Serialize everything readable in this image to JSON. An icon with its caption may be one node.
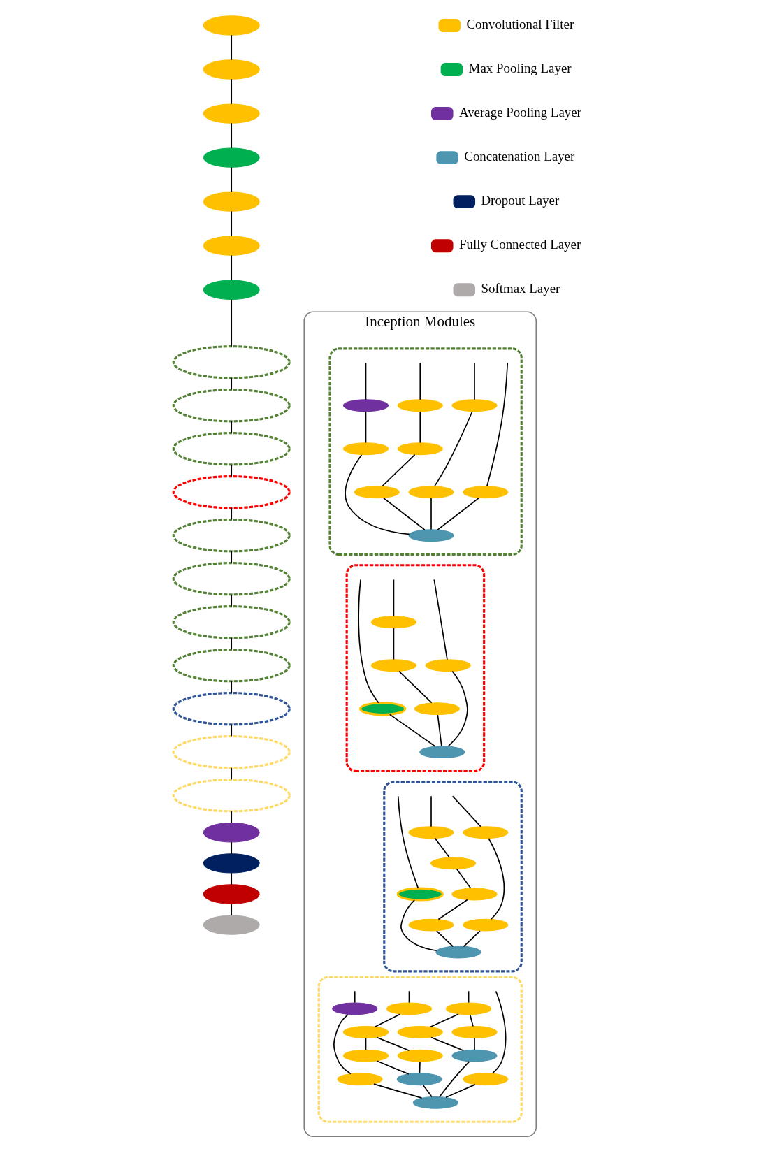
{
  "diagram": {
    "nodes": [
      {
        "text": [],
        "shape": "ellipse"
      },
      {
        "text": [],
        "shape": "ellipse"
      },
      {
        "text": [],
        "shape": "ellipse"
      },
      {
        "text": [],
        "shape": "ellipse"
      },
      {
        "text": [],
        "shape": "ellipse"
      },
      {
        "text": [],
        "shape": "ellipse"
      },
      {
        "text": [],
        "shape": "ellipse"
      },
      {
        "text": [],
        "shape": "ellipse"
      },
      {
        "text": [],
        "shape": "ellipse"
      },
      {
        "text": [],
        "shape": "ellipse"
      },
      {
        "text": [],
        "shape": "ellipse"
      },
      {
        "text": [],
        "shape": "ellipse"
      },
      {
        "text": [],
        "shape": "ellipse"
      },
      {
        "text": [],
        "shape": "ellipse"
      },
      {
        "text": [],
        "shape": "ellipse"
      },
      {
        "text": [],
        "shape": "ellipse"
      },
      {
        "text": [],
        "shape": "ellipse"
      },
      {
        "text": [],
        "shape": "ellipse"
      },
      {
        "text": [],
        "shape": "ellipse"
      },
      {
        "text": [],
        "shape": "ellipse"
      },
      {
        "text": [],
        "shape": "ellipse"
      },
      {
        "text": [],
        "shape": "ellipse"
      },
      {
        "text": [
          "Inception Modules"
        ]
      },
      {
        "text": [],
        "shape": "ellipse",
        "in": 22
      },
      {
        "text": [],
        "shape": "ellipse",
        "in": 23
      },
      {
        "text": [],
        "shape": "ellipse",
        "in": 23
      },
      {
        "text": [],
        "shape": "ellipse",
        "in": 23
      },
      {
        "text": [],
        "shape": "ellipse",
        "in": 23
      },
      {
        "text": [],
        "shape": "ellipse",
        "in": 23
      },
      {
        "text": [],
        "shape": "ellipse",
        "in": 23
      },
      {
        "text": [],
        "shape": "ellipse",
        "in": 23
      },
      {
        "text": [],
        "shape": "ellipse",
        "in": 23
      },
      {
        "text": [],
        "shape": "ellipse",
        "in": 23
      },
      {
        "text": [],
        "shape": "ellipse",
        "in": 22
      },
      {
        "text": [],
        "shape": "ellipse",
        "in": 33
      },
      {
        "text": [],
        "shape": "ellipse",
        "in": 33
      },
      {
        "text": [],
        "shape": "ellipse",
        "in": 33
      },
      {
        "text": [],
        "shape": "ellipse",
        "in": 33
      },
      {
        "text": [],
        "shape": "ellipse",
        "in": 33
      },
      {
        "text": [],
        "shape": "ellipse",
        "in": 33
      },
      {
        "text": [],
        "shape": "ellipse",
        "in": 22
      },
      {
        "text": [],
        "shape": "ellipse",
        "in": 40
      },
      {
        "text": [],
        "shape": "ellipse",
        "in": 40
      },
      {
        "text": [],
        "shape": "ellipse",
        "in": 40
      },
      {
        "text": [],
        "shape": "ellipse",
        "in": 40
      },
      {
        "text": [],
        "shape": "ellipse",
        "in": 40
      },
      {
        "text": [],
        "shape": "ellipse",
        "in": 40
      },
      {
        "text": [],
        "shape": "ellipse",
        "in": 40
      },
      {
        "text": [],
        "shape": "ellipse",
        "in": 40
      },
      {
        "text": [],
        "shape": "ellipse",
        "in": 22
      },
      {
        "text": [],
        "shape": "ellipse",
        "in": 49
      },
      {
        "text": [],
        "shape": "ellipse",
        "in": 49
      },
      {
        "text": [],
        "shape": "ellipse",
        "in": 49
      },
      {
        "text": [],
        "shape": "ellipse",
        "in": 49
      },
      {
        "text": [],
        "shape": "ellipse",
        "in": 49
      },
      {
        "text": [],
        "shape": "ellipse",
        "in": 49
      },
      {
        "text": [],
        "shape": "ellipse",
        "in": 49
      },
      {
        "text": [],
        "shape": "ellipse",
        "in": 49
      },
      {
        "text": [],
        "shape": "ellipse",
        "in": 49
      },
      {
        "text": [],
        "shape": "ellipse",
        "in": 49
      },
      {
        "text": [],
        "shape": "ellipse",
        "in": 49
      },
      {
        "text": [],
        "shape": "ellipse",
        "in": 49
      },
      {
        "text": [],
        "shape": "ellipse",
        "in": 49
      }
    ],
    "edges": [
      {
        "from": 0,
        "to": 1,
        "arrow": "none"
      },
      {
        "from": 1,
        "to": 2,
        "arrow": "none"
      },
      {
        "from": 2,
        "to": 3,
        "arrow": "none"
      },
      {
        "from": 3,
        "to": 4,
        "arrow": "none"
      },
      {
        "from": 4,
        "to": 5,
        "arrow": "none"
      },
      {
        "from": 5,
        "to": 6,
        "arrow": "none"
      },
      {
        "from": 6,
        "to": 7,
        "arrow": "none"
      },
      {
        "from": 7,
        "to": 8,
        "arrow": "none"
      },
      {
        "from": 8,
        "to": 9,
        "arrow": "none"
      },
      {
        "from": 9,
        "to": 10,
        "arrow": "none"
      },
      {
        "from": 10,
        "to": 11,
        "arrow": "none"
      },
      {
        "from": 11,
        "to": 12,
        "arrow": "none"
      },
      {
        "from": 12,
        "to": 13,
        "arrow": "none"
      },
      {
        "from": 13,
        "to": 14,
        "arrow": "none"
      },
      {
        "from": 14,
        "to": 15,
        "arrow": "none"
      },
      {
        "from": 15,
        "to": 16,
        "arrow": "none"
      },
      {
        "from": 16,
        "to": 17,
        "arrow": "none"
      },
      {
        "from": 17,
        "to": 18,
        "arrow": "none"
      },
      {
        "from": 18,
        "to": 19,
        "arrow": "none"
      },
      {
        "from": 19,
        "to": 20,
        "arrow": "none"
      },
      {
        "from": 20,
        "to": 21,
        "arrow": "none"
      },
      {
        "from": null,
        "to": 24,
        "arrow": "none"
      },
      {
        "from": 24,
        "to": 32,
        "arrow": "none"
      },
      {
        "from": null,
        "to": 25,
        "arrow": "none"
      },
      {
        "from": 25,
        "to": 26,
        "arrow": "none"
      },
      {
        "from": 26,
        "to": 32,
        "arrow": "none"
      },
      {
        "from": null,
        "to": 27,
        "arrow": "none"
      },
      {
        "from": 27,
        "to": 28,
        "arrow": "none"
      },
      {
        "from": 28,
        "to": 29,
        "arrow": "none"
      },
      {
        "from": 29,
        "to": 32,
        "arrow": "none"
      },
      {
        "from": null,
        "to": 30,
        "arrow": "none"
      },
      {
        "from": 30,
        "to": 31,
        "arrow": "none"
      },
      {
        "from": 31,
        "to": 32,
        "arrow": "none"
      },
      {
        "from": null,
        "to": 34,
        "arrow": "none"
      },
      {
        "from": 34,
        "to": 39,
        "arrow": "none"
      },
      {
        "from": null,
        "to": 35,
        "arrow": "none"
      },
      {
        "from": 35,
        "to": 36,
        "arrow": "none"
      },
      {
        "from": 36,
        "to": 37,
        "arrow": "none"
      },
      {
        "from": 37,
        "to": 39,
        "arrow": "none"
      },
      {
        "from": null,
        "to": 38,
        "arrow": "none"
      },
      {
        "from": 38,
        "to": 39,
        "arrow": "none"
      },
      {
        "from": null,
        "to": 41,
        "arrow": "none"
      },
      {
        "from": 41,
        "to": 42,
        "arrow": "none"
      },
      {
        "from": 42,
        "to": 48,
        "arrow": "none"
      },
      {
        "from": null,
        "to": 43,
        "arrow": "none"
      },
      {
        "from": 43,
        "to": 44,
        "arrow": "none"
      },
      {
        "from": 44,
        "to": 45,
        "arrow": "none"
      },
      {
        "from": 45,
        "to": 46,
        "arrow": "none"
      },
      {
        "from": 46,
        "to": 48,
        "arrow": "none"
      },
      {
        "from": null,
        "to": 47,
        "arrow": "none"
      },
      {
        "from": 47,
        "to": 48,
        "arrow": "none"
      },
      {
        "from": null,
        "to": 50,
        "arrow": "none"
      },
      {
        "from": 50,
        "to": 62,
        "arrow": "none"
      },
      {
        "from": null,
        "to": 51,
        "arrow": "none"
      },
      {
        "from": 51,
        "to": 52,
        "arrow": "none"
      },
      {
        "from": 51,
        "to": 53,
        "arrow": "none"
      },
      {
        "from": 52,
        "to": 54,
        "arrow": "none"
      },
      {
        "from": 53,
        "to": 54,
        "arrow": "none"
      },
      {
        "from": 54,
        "to": 62,
        "arrow": "none"
      },
      {
        "from": null,
        "to": 55,
        "arrow": "none"
      },
      {
        "from": 55,
        "to": 56,
        "arrow": "none"
      },
      {
        "from": 56,
        "to": 57,
        "arrow": "none"
      },
      {
        "from": 56,
        "to": 58,
        "arrow": "none"
      },
      {
        "from": 57,
        "to": 59,
        "arrow": "none"
      },
      {
        "from": 58,
        "to": 59,
        "arrow": "none"
      },
      {
        "from": 59,
        "to": 62,
        "arrow": "none"
      },
      {
        "from": null,
        "to": 60,
        "arrow": "none"
      },
      {
        "from": 60,
        "to": 61,
        "arrow": "none"
      },
      {
        "from": 61,
        "to": 62,
        "arrow": "none"
      }
    ],
    "legend": [
      {
        "text": "Convolutional Filter",
        "color": "#ffc000"
      },
      {
        "text": "Max Pooling Layer",
        "color": "#00b050"
      },
      {
        "text": "Average Pooling Layer",
        "color": "#7030a0"
      },
      {
        "text": "Concatenation Layer",
        "color": "#4e95b0"
      },
      {
        "text": "Dropout Layer",
        "color": "#002060"
      },
      {
        "text": "Fully Connected Layer",
        "color": "#c00000"
      },
      {
        "text": "Softmax Layer",
        "color": "#aeaaaa"
      }
    ]
  }
}
